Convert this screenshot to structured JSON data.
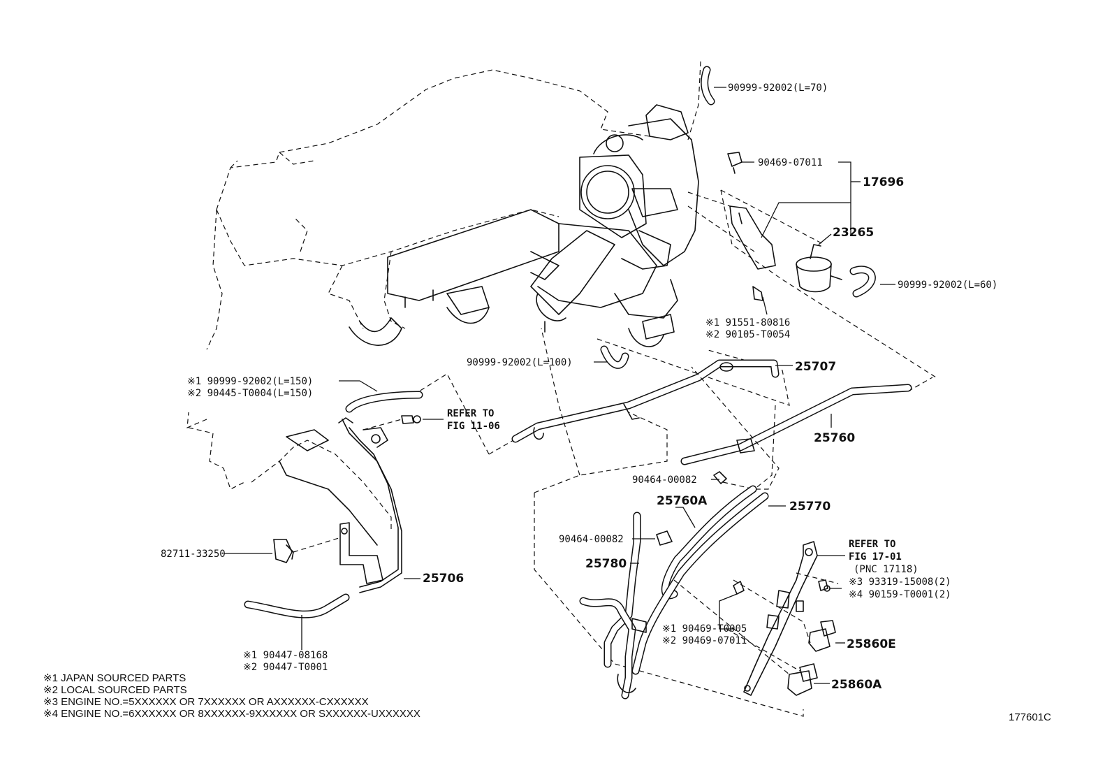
{
  "labels": {
    "hose_l70": "90999-92002(L=70)",
    "clip_07011_top": "90469-07011",
    "assy_17696": "17696",
    "valve_23265": "23265",
    "hose_l60": "90999-92002(L=60)",
    "bolt_j": "※1 91551-80816",
    "bolt_l": "※2 90105-T0054",
    "hose_l100": "90999-92002(L=100)",
    "pipe_25707": "25707",
    "hose_l150_j": "※1 90999-92002(L=150)",
    "hose_l150_l": "※2 90445-T0004(L=150)",
    "refer_11_a": "REFER TO",
    "refer_11_b": "FIG 11-06",
    "pipe_25760": "25760",
    "clip_00082_a": "90464-00082",
    "pipe_25760a": "25760A",
    "pipe_25770": "25770",
    "clip_00082_b": "90464-00082",
    "pipe_25780": "25780",
    "refer_17_a": "REFER TO",
    "refer_17_b": "FIG 17-01",
    "refer_17_c": "(PNC 17118)",
    "screw_3": "※3 93319-15008(2)",
    "screw_4": "※4 90159-T0001(2)",
    "vsv_25860e": "25860E",
    "clip_t0005": "※1 90469-T0005",
    "clip_07011_b": "※2 90469-07011",
    "vsv_25860a": "25860A",
    "clamp_82711": "82711-33250",
    "pipe_25706": "25706",
    "hose_08168": "※1 90447-08168",
    "hose_t0001": "※2 90447-T0001",
    "figure_id": "177601C"
  },
  "notes": [
    "※1 JAPAN SOURCED PARTS",
    "※2 LOCAL SOURCED PARTS",
    "※3 ENGINE NO.=5XXXXXX OR 7XXXXXX OR AXXXXXX-CXXXXXX",
    "※4 ENGINE NO.=6XXXXXX OR 8XXXXXX-9XXXXXX OR SXXXXXX-UXXXXXX"
  ]
}
